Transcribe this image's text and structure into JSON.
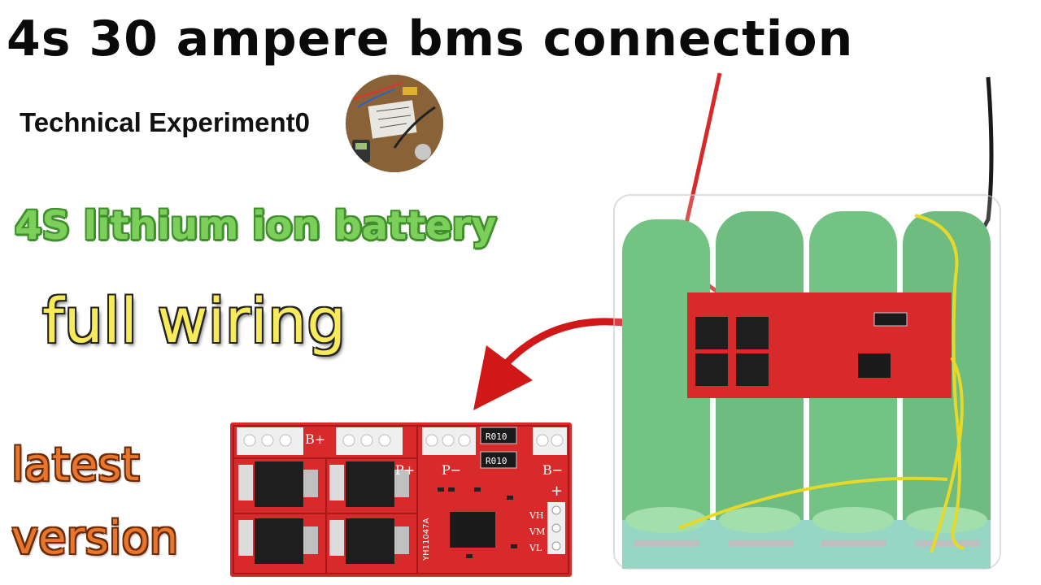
{
  "title": "4s 30 ampere bms connection",
  "channel_name": "Technical Experiment0",
  "subtitle_green": "4S lithium ion battery",
  "subtitle_yellow": "full wiring",
  "tag_line1": "latest",
  "tag_line2": "version",
  "board_labels": {
    "b_plus": "B+",
    "p_plus": "P+",
    "p_minus": "P−",
    "b_minus": "B−",
    "plus": "+",
    "r010_a": "R010",
    "r010_b": "R010",
    "model": "YH11047A",
    "vh": "VH",
    "vm": "VM",
    "vl": "VL"
  },
  "colors": {
    "title": "#0a0a0a",
    "green_text": "#7ccf5a",
    "yellow_text": "#f7ea5b",
    "orange_text": "#e8772b",
    "arrow": "#d01818",
    "pcb": "#d82a2a",
    "cell": "#55b86a"
  }
}
